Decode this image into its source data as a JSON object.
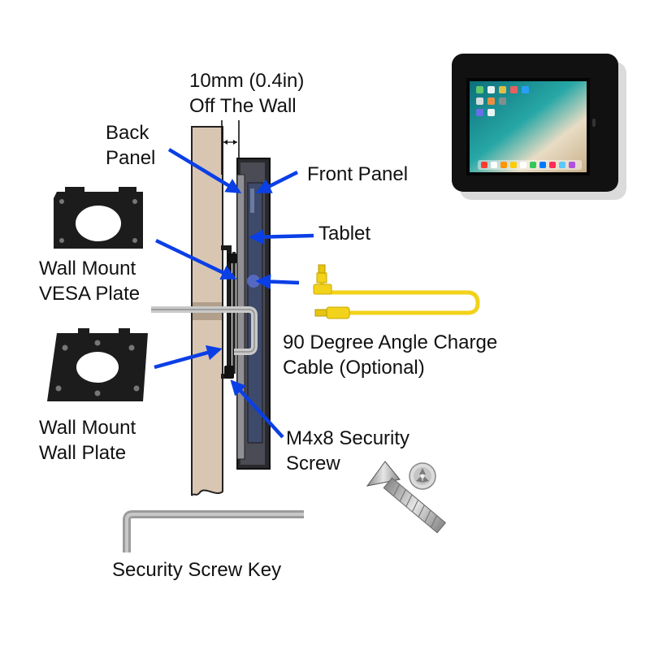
{
  "labels": {
    "gap": {
      "line1": "10mm (0.4in)",
      "line2": "Off The Wall"
    },
    "back_panel": {
      "line1": "Back",
      "line2": "Panel"
    },
    "front_panel": "Front Panel",
    "tablet": "Tablet",
    "vesa_plate": {
      "line1": "Wall Mount",
      "line2": "VESA Plate"
    },
    "wall_plate": {
      "line1": "Wall Mount",
      "line2": "Wall Plate"
    },
    "charge_cable": {
      "line1": "90 Degree Angle Charge",
      "line2": "Cable (Optional)"
    },
    "security_screw": {
      "line1": "M4x8 Security",
      "line2": "Screw"
    },
    "screw_key": "Security Screw Key"
  },
  "colors": {
    "arrow": "#0b3fe6",
    "wall": "#d9c6b2",
    "cable": "#f2d21a",
    "plate": "#1c1c1c"
  }
}
